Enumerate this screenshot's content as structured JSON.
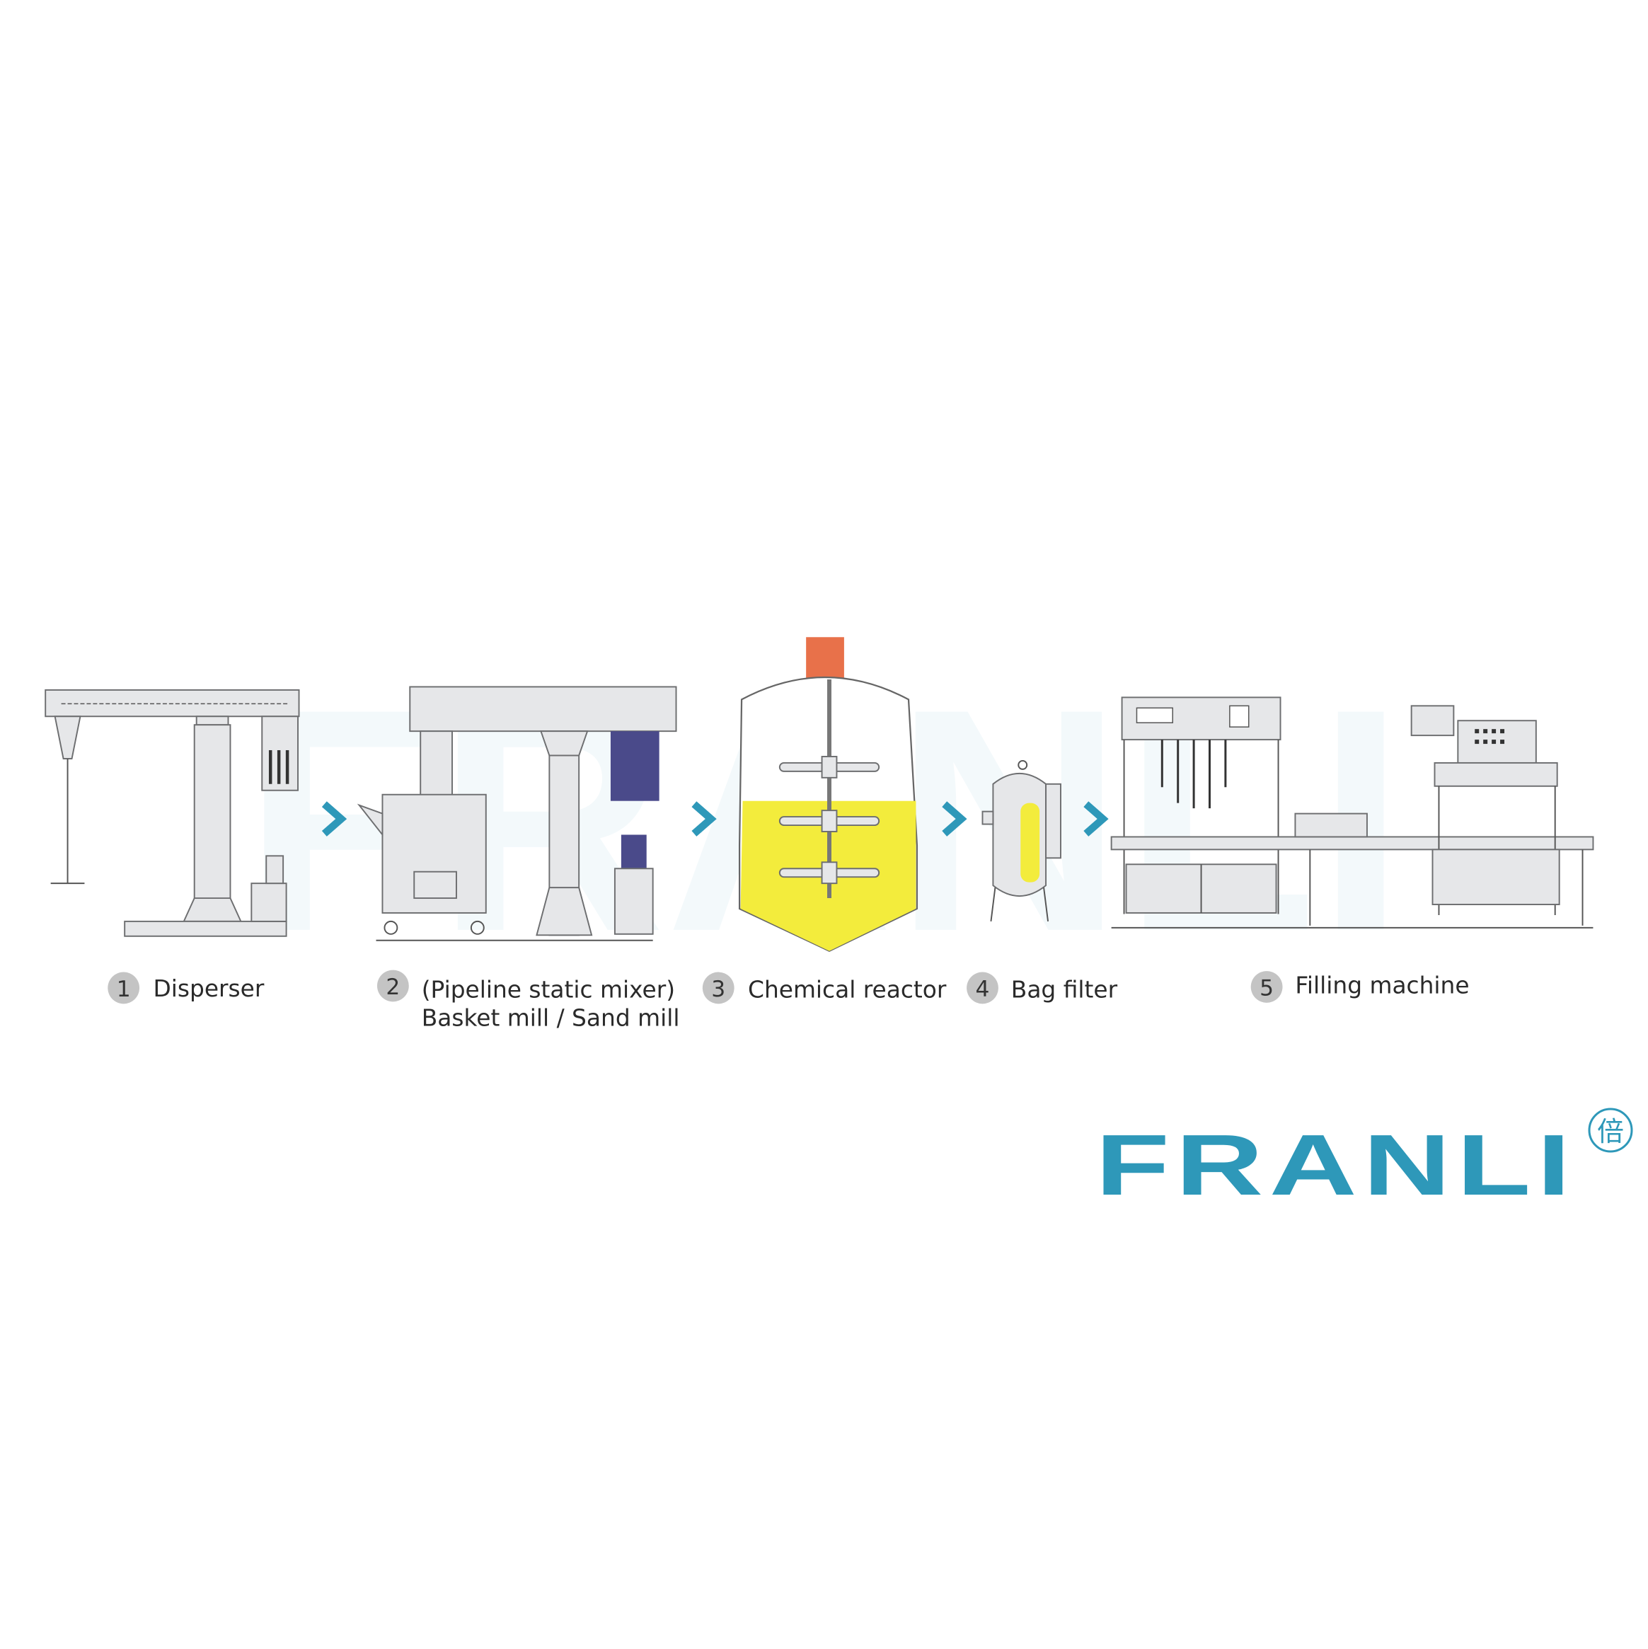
{
  "colors": {
    "accent": "#2e98b9",
    "liquid": "#f3ec3c",
    "motor": "#4a4a8a",
    "reactor_cap": "#e8714a",
    "badge": "#c4c4c4"
  },
  "steps": [
    {
      "number": "1",
      "label": "Disperser"
    },
    {
      "number": "2",
      "label": "(Pipeline static mixer)",
      "label2": "Basket mill / Sand mill"
    },
    {
      "number": "3",
      "label": "Chemical reactor"
    },
    {
      "number": "4",
      "label": "Bag filter"
    },
    {
      "number": "5",
      "label": "Filling machine"
    }
  ],
  "arrow_icon": "chevron-right-icon",
  "logo": {
    "text": "FRANLI",
    "mark": "倍"
  }
}
